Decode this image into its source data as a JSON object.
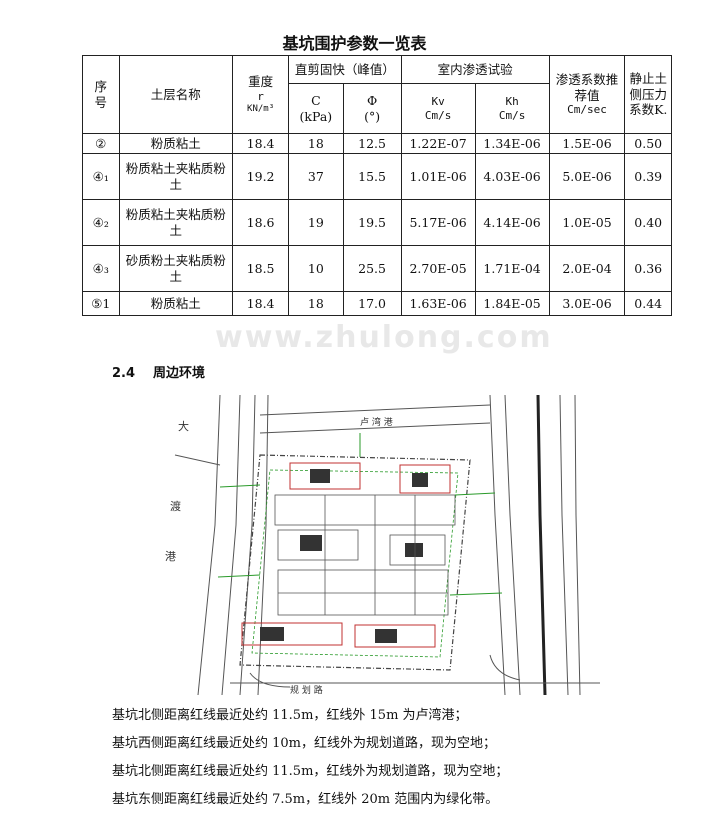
{
  "title": "基坑围护参数一览表",
  "table": {
    "headers": {
      "seq": "序\n号",
      "name": "土层名称",
      "unit_weight": "重度",
      "unit_weight_sym": "r",
      "unit_weight_unit": "KN/m³",
      "shear_group": "直剪固快（峰值）",
      "perm_group": "室内渗透试验",
      "c_label": "C",
      "c_unit": "(kPa)",
      "phi_label": "Φ",
      "phi_unit": "(°)",
      "kv_label": "Kv",
      "kv_unit": "Cm/s",
      "kh_label": "Kh",
      "kh_unit": "Cm/s",
      "rec_perm": "渗透系数推荐值",
      "rec_perm_unit": "Cm/sec",
      "k0": "静止土侧压力系数K."
    },
    "rows": [
      {
        "seq": "②",
        "name": "粉质粘土",
        "r": "18.4",
        "c": "18",
        "phi": "12.5",
        "kv": "1.22E-07",
        "kh": "1.34E-06",
        "rec": "1.5E-06",
        "k0": "0.50"
      },
      {
        "seq": "④₁",
        "name": "粉质粘土夹粘质粉土",
        "r": "19.2",
        "c": "37",
        "phi": "15.5",
        "kv": "1.01E-06",
        "kh": "4.03E-06",
        "rec": "5.0E-06",
        "k0": "0.39"
      },
      {
        "seq": "④₂",
        "name": "粉质粘土夹粘质粉土",
        "r": "18.6",
        "c": "19",
        "phi": "19.5",
        "kv": "5.17E-06",
        "kh": "4.14E-06",
        "rec": "1.0E-05",
        "k0": "0.40"
      },
      {
        "seq": "④₃",
        "name": "砂质粉土夹粘质粉土",
        "r": "18.5",
        "c": "10",
        "phi": "25.5",
        "kv": "2.70E-05",
        "kh": "1.71E-04",
        "rec": "2.0E-04",
        "k0": "0.36"
      },
      {
        "seq": "⑤1",
        "name": "粉质粘土",
        "r": "18.4",
        "c": "18",
        "phi": "17.0",
        "kv": "1.63E-06",
        "kh": "1.84E-05",
        "rec": "3.0E-06",
        "k0": "0.44"
      }
    ]
  },
  "watermark": "www.zhulong.com",
  "section": {
    "number": "2.4",
    "title": "周边环境"
  },
  "plan_labels": {
    "road_north": "卢 湾 港",
    "road_west_1": "大",
    "road_west_2": "渡",
    "road_west_3": "港",
    "road_south": "规 划 路"
  },
  "notes": [
    "基坑北侧距离红线最近处约 11.5m，红线外 15m 为卢湾港；",
    "基坑西侧距离红线最近处约 10m，红线外为规划道路，现为空地；",
    "基坑北侧距离红线最近处约 11.5m，红线外为规划道路，现为空地；",
    "基坑东侧距离红线最近处约 7.5m，红线外 20m 范围内为绿化带。"
  ]
}
